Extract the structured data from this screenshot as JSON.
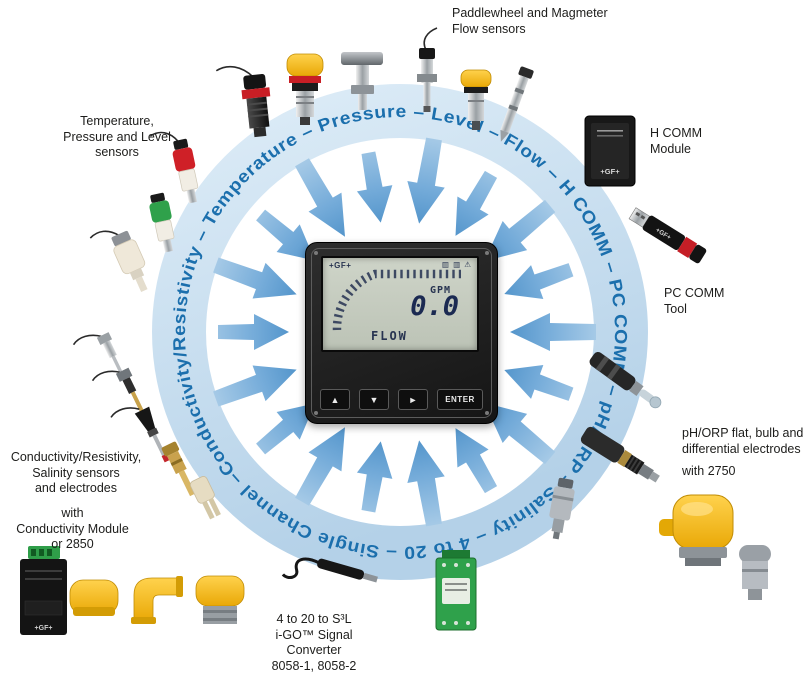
{
  "ring": {
    "text": "Conductivity/Resistivity – Temperature – Pressure – Level – Flow – H COMM – PC COMM – pH/ORP – Salinity – 4 to 20 – Single Channel – "
  },
  "device": {
    "brand": "+GF+",
    "lcd": {
      "unit": "GPM",
      "value": "0.0",
      "mode": "FLOW",
      "icons": "▥ ▥ ⚠"
    },
    "buttons": [
      "▲",
      "▼",
      "►",
      "ENTER"
    ]
  },
  "labels": {
    "flow_sensors": "Paddlewheel and Magmeter\nFlow sensors",
    "temp_sensors": "Temperature,\nPressure and Level\nsensors",
    "hcomm_module": "H COMM\nModule",
    "pccomm_tool": "PC COMM\nTool",
    "ph_electrodes": "pH/ORP flat, bulb and\ndifferential electrodes",
    "ph_electrodes_note": "with 2750",
    "conductivity_sensors": "Conductivity/Resistivity,\nSalinity sensors\nand electrodes",
    "conductivity_note": "with\nConductivity Module\nor 2850",
    "signal_converter": "4 to 20 to S³L\ni-GO™ Signal\nConverter\n8058-1, 8058-2"
  },
  "colors": {
    "ring_band": "#c8ddee",
    "ring_text": "#1b6fad",
    "arrow": "#74abd9",
    "gf_yellow": "#f2b30a",
    "lcd_background": "#c6ccc0",
    "lcd_ink": "#273350"
  }
}
